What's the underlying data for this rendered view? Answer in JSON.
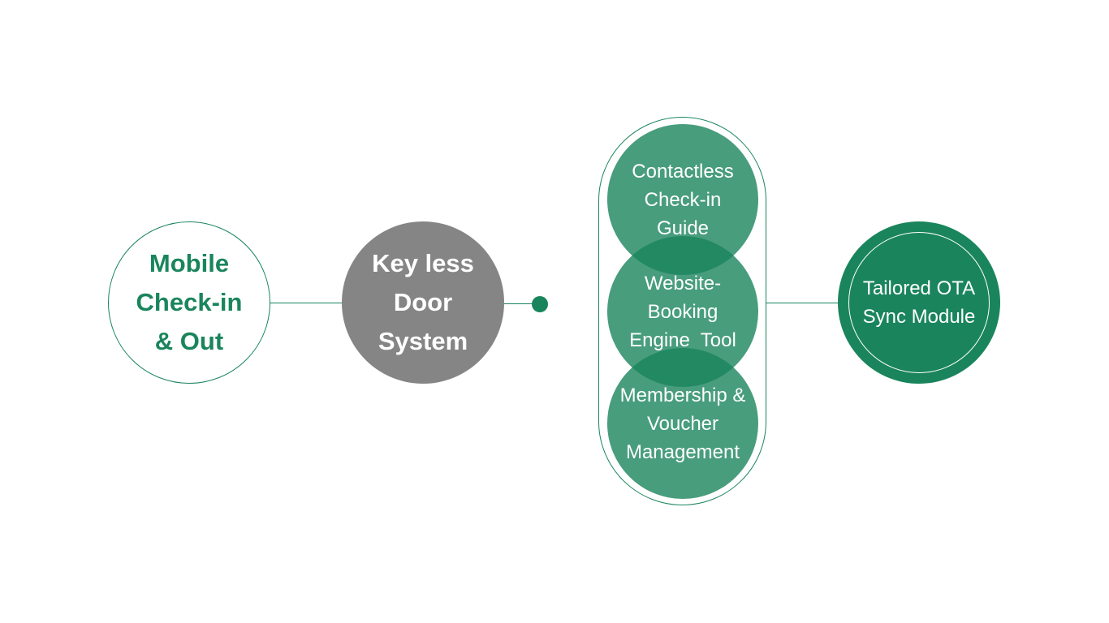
{
  "colors": {
    "accent": "#1a855c",
    "gray": "#858585",
    "light_green": "rgba(26,133,92,0.8)"
  },
  "nodes": {
    "mobile": {
      "lines": [
        "Mobile",
        "Check-in",
        "& Out"
      ]
    },
    "keyless": {
      "lines": [
        "Key less",
        "Door",
        "System"
      ]
    },
    "stack": [
      {
        "lines": [
          "Contactless",
          "Check-in",
          "Guide"
        ]
      },
      {
        "lines": [
          "Website-",
          "Booking",
          "Engine  Tool"
        ]
      },
      {
        "lines": [
          "Membership &",
          "Voucher",
          "Management"
        ]
      }
    ],
    "ota": {
      "lines": [
        "Tailored OTA",
        "Sync Module"
      ]
    }
  }
}
